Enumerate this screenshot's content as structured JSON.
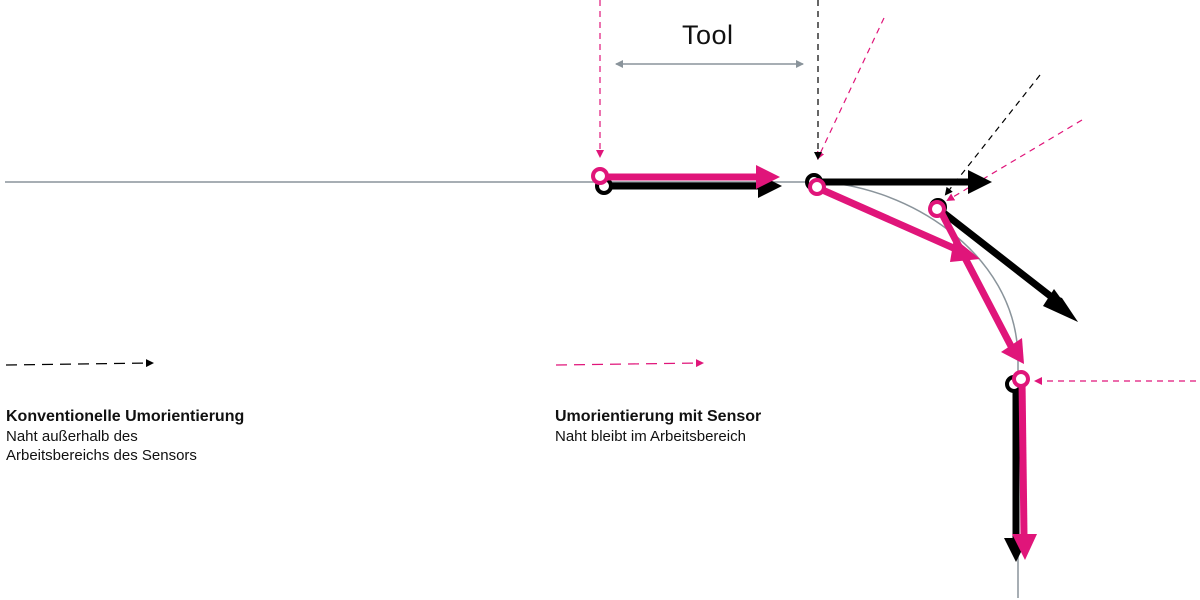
{
  "diagram": {
    "tool_label": "Tool",
    "legend": {
      "conventional": {
        "title": "Konventionelle Umorientierung",
        "subtitle": "Naht außerhalb des\nArbeitsbereichs des Sensors"
      },
      "sensor": {
        "title": "Umorientierung mit Sensor",
        "subtitle": "Naht bleibt im Arbeitsbereich"
      }
    },
    "colors": {
      "magenta": "#e0157a",
      "black": "#000000",
      "seam": "#8a949b"
    }
  }
}
